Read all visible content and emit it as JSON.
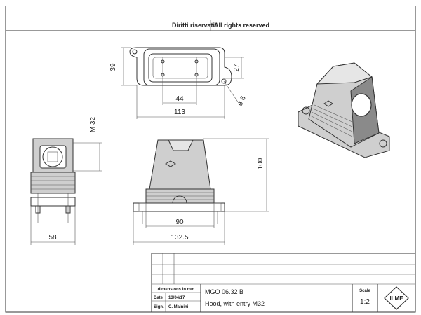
{
  "header": {
    "left_note": "Diritti riservati",
    "right_note": "All rights reserved"
  },
  "dimensions": {
    "top_height": "39",
    "top_inner_height": "27",
    "top_inner_width": "44",
    "top_width": "113",
    "hole_dia": "ø 6",
    "side_thread": "M 32",
    "side_width": "58",
    "front_height": "100",
    "front_inner_width": "90",
    "front_width": "132.5"
  },
  "title_block": {
    "units_note": "dimensions in mm",
    "date_label": "Date",
    "date_value": "13/04/17",
    "sign_label": "Sign.",
    "sign_value": "C. Mainini",
    "part_code": "MGO 06.32 B",
    "description": "Hood, with  entry M32",
    "scale_label": "Scale",
    "scale_value": "1:2",
    "logo_text": "ILME"
  }
}
